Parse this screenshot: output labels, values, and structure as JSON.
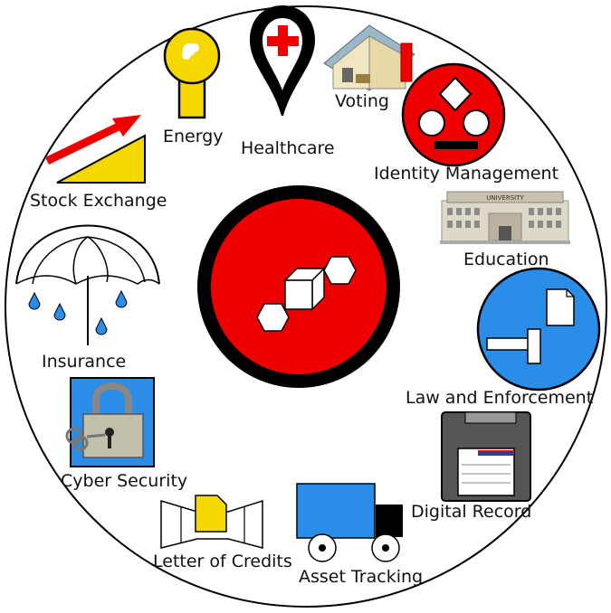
{
  "center": {
    "label": ""
  },
  "labels": {
    "energy": "Energy",
    "healthcare": "Healthcare",
    "voting": "Voting",
    "identity": "Identity Management",
    "stock": "Stock Exchange",
    "education": "Education",
    "university_sign": "UNIVERSITY",
    "insurance": "Insurance",
    "law": "Law and Enforcement",
    "cyber": "Cyber Security",
    "digital": "Digital Record",
    "letter": "Letter of Credits",
    "asset": "Asset Tracking"
  },
  "icons": {
    "center": "blockchain-blocks-icon",
    "energy": "key-icon",
    "healthcare": "map-pin-cross-icon",
    "voting": "polling-booth-icon",
    "identity": "face-shapes-icon",
    "stock": "rising-arrow-icon",
    "education": "university-building-icon",
    "insurance": "umbrella-rain-icon",
    "law": "gavel-document-icon",
    "cyber": "padlock-key-icon",
    "digital": "floppy-disk-icon",
    "letter": "document-frame-icon",
    "asset": "truck-icon"
  },
  "colors": {
    "red": "#ee0000",
    "yellow": "#f5d800",
    "blue": "#2a8de8",
    "black": "#000000"
  }
}
